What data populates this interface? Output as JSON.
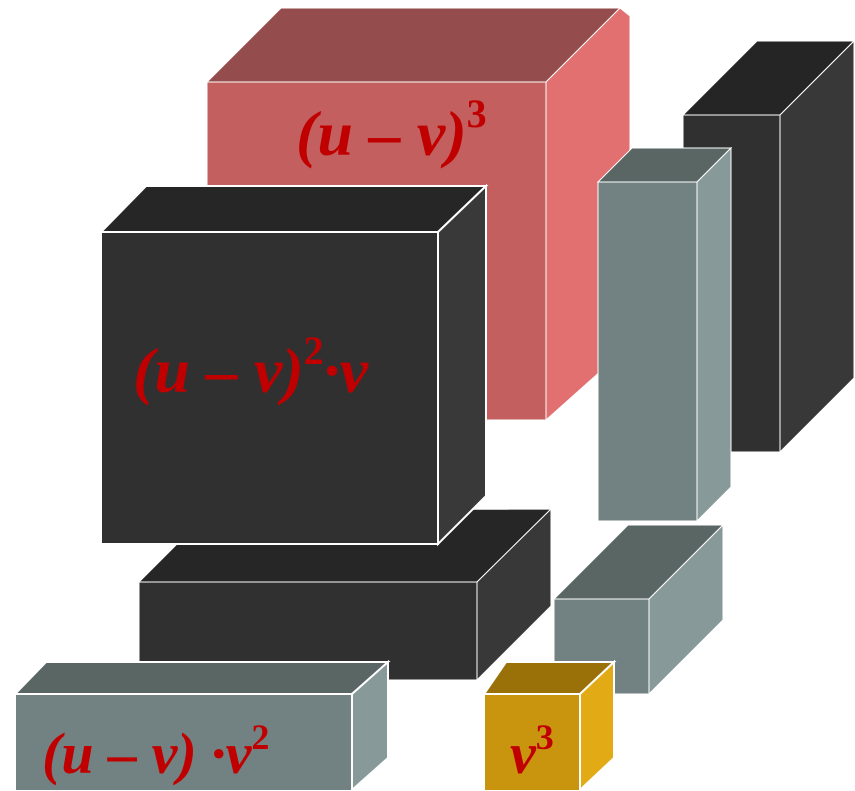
{
  "diagram": {
    "colors": {
      "red": "#c45f5f",
      "dark": "#303030",
      "gray": "#728282",
      "gold": "#c9940e",
      "label": "#c00000"
    },
    "labels": {
      "cube_uv3": {
        "base": "(u – v)",
        "exp": "3"
      },
      "block_uv2v": {
        "base": "(u – v)",
        "exp": "2",
        "tail": "·v"
      },
      "block_uvv2": {
        "base": "(u – v) ·v",
        "exp": "2"
      },
      "cube_v3": {
        "base": "v",
        "exp": "3"
      }
    }
  }
}
